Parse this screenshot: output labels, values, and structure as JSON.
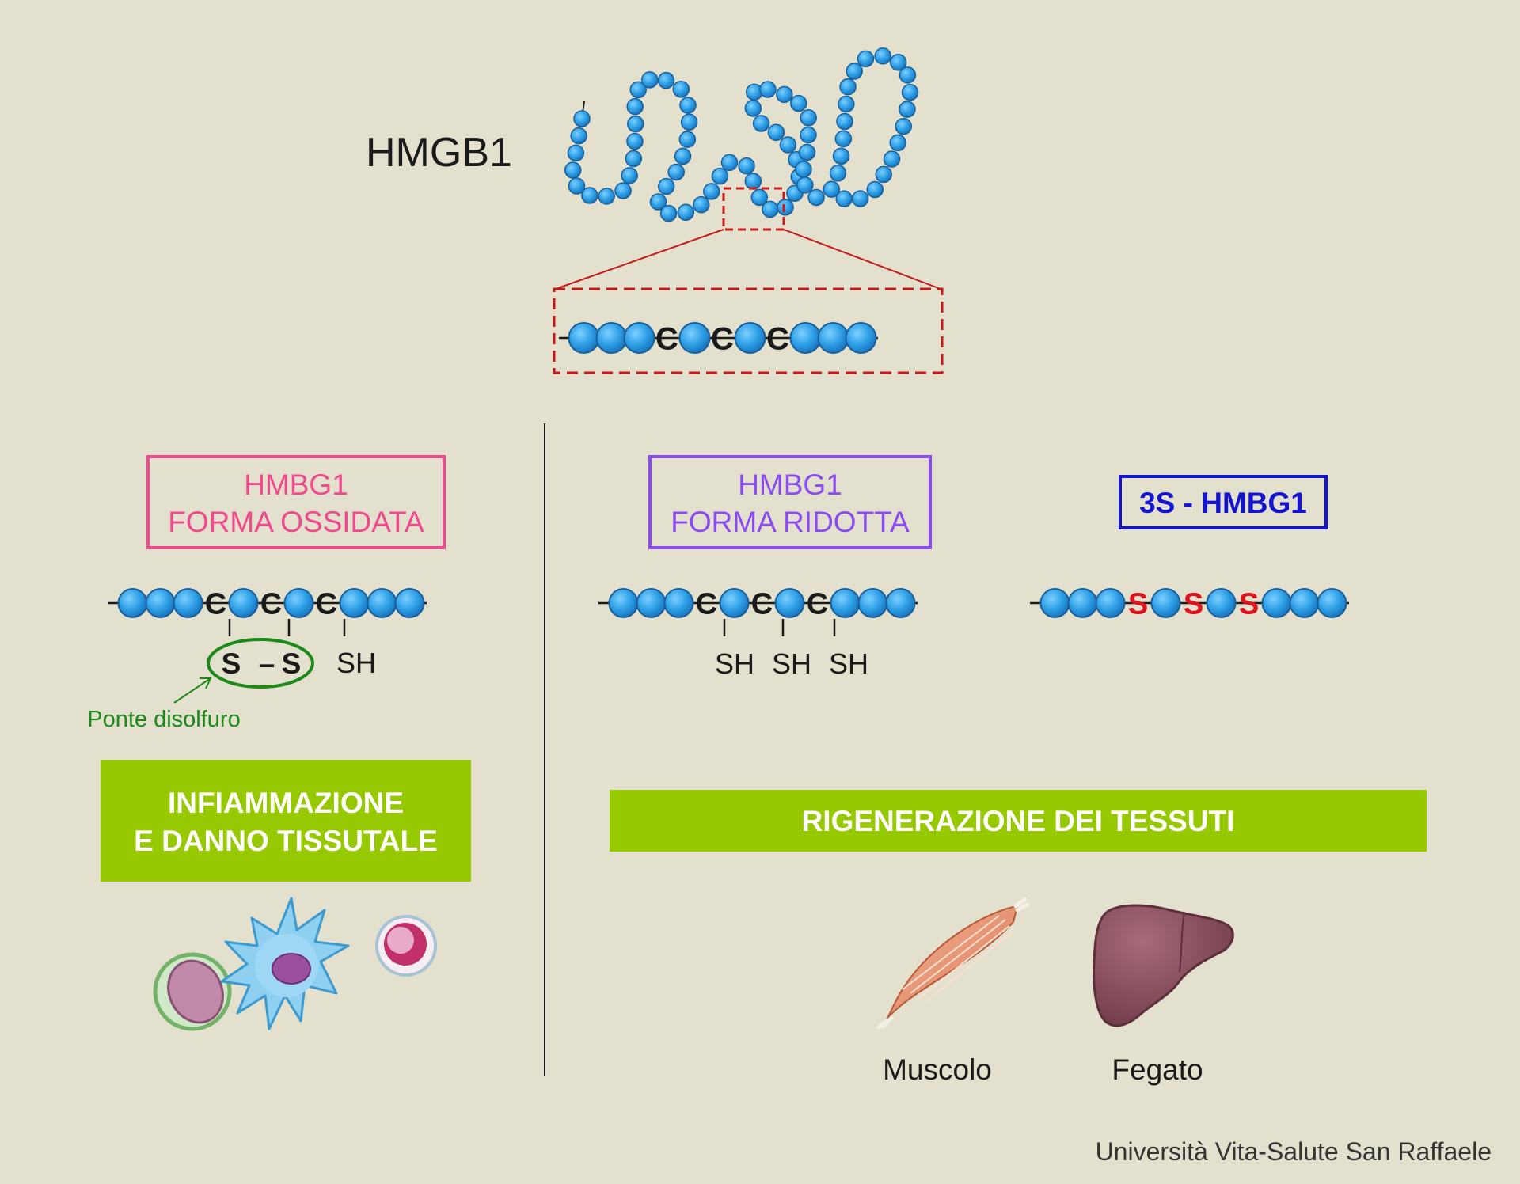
{
  "protein_label": "HMGB1",
  "oxidized": {
    "title_line1": "HMBG1",
    "title_line2": "FORMA OSSIDATA",
    "bridge_s1": "S",
    "bridge_dash": "–",
    "bridge_s2": "S",
    "sh_label": "SH",
    "bridge_caption": "Ponte disolfuro",
    "effect_line1": "INFIAMMAZIONE",
    "effect_line2": "E DANNO TISSUTALE"
  },
  "reduced": {
    "title_line1": "HMBG1",
    "title_line2": "FORMA RIDOTTA",
    "sh_labels": [
      "SH",
      "SH",
      "SH"
    ]
  },
  "three_s": {
    "title": "3S - HMBG1"
  },
  "cysteine_letter": "C",
  "serine_letter": "S",
  "regeneration_label": "RIGENERAZIONE DEI TESSUTI",
  "organs": [
    "Muscolo",
    "Fegato"
  ],
  "credit": "Università Vita-Salute San Raffaele",
  "colors": {
    "background": "#e3e0cd",
    "bead": "#2e9fe6",
    "bead_outline": "#1a5f9c",
    "oxidized": "#ef4a8e",
    "reduced": "#8a4cf0",
    "three_s": "#1414d0",
    "serine": "#e0121e",
    "green_box": "#97c900",
    "bridge_green": "#1b8a1b",
    "zoom_red": "#c41a1a",
    "muscle": "#e89a7a",
    "liver": "#8b4e5e"
  }
}
